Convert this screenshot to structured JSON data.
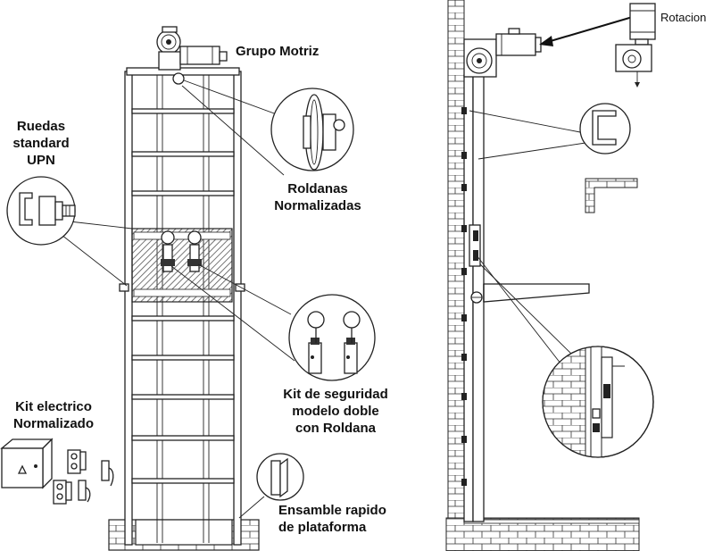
{
  "labels": {
    "grupo_motriz": "Grupo Motriz",
    "ruedas_line1": "Ruedas",
    "ruedas_line2": "standard",
    "ruedas_line3": "UPN",
    "roldanas_line1": "Roldanas",
    "roldanas_line2": "Normalizadas",
    "kit_electrico_line1": "Kit electrico",
    "kit_electrico_line2": "Normalizado",
    "kit_seguridad_line1": "Kit de seguridad",
    "kit_seguridad_line2": "modelo doble",
    "kit_seguridad_line3": "con Roldana",
    "ensamble_line1": "Ensamble rapido",
    "ensamble_line2": "de plataforma",
    "rotacion": "Rotacion"
  },
  "colors": {
    "line": "#222222",
    "background": "#ffffff",
    "hatch": "#555555"
  }
}
